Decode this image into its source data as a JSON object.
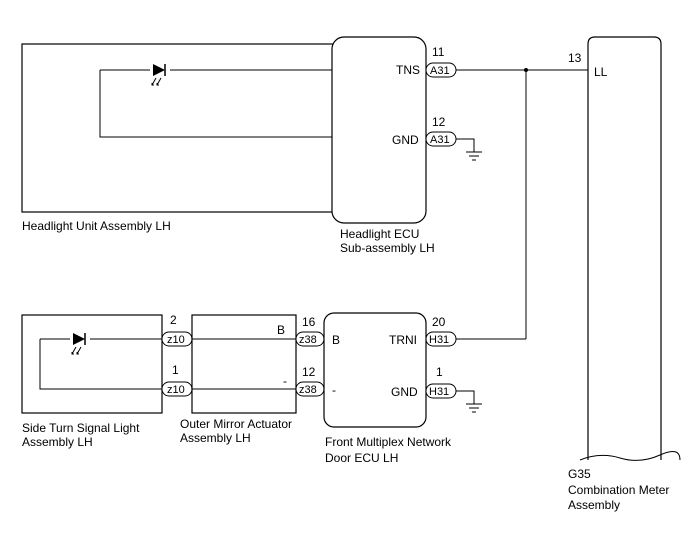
{
  "components": {
    "headlight_unit": {
      "label": "Headlight Unit Assembly LH"
    },
    "headlight_ecu": {
      "label_line1": "Headlight ECU",
      "label_line2": "Sub-assembly LH"
    },
    "combination_meter": {
      "code": "G35",
      "label_line1": "Combination Meter",
      "label_line2": "Assembly",
      "terminal_label": "LL",
      "pin": "13"
    },
    "side_turn_signal": {
      "label_line1": "Side Turn Signal Light",
      "label_line2": "Assembly LH"
    },
    "outer_mirror": {
      "label_line1": "Outer Mirror Actuator",
      "label_line2": "Assembly LH",
      "terminal_b": "B",
      "terminal_minus": "-"
    },
    "door_ecu": {
      "label_line1": "Front Multiplex Network",
      "label_line2": "Door ECU LH",
      "terminal_b": "B",
      "terminal_minus": "-"
    }
  },
  "terminals": {
    "tns": {
      "label": "TNS",
      "pin": "11",
      "connector": "A31"
    },
    "ecu_gnd": {
      "label": "GND",
      "pin": "12",
      "connector": "A31"
    },
    "trni": {
      "label": "TRNI",
      "pin": "20",
      "connector": "H31"
    },
    "door_gnd": {
      "label": "GND",
      "pin": "1",
      "connector": "H31"
    },
    "z10_top": {
      "pin": "2",
      "connector": "z10"
    },
    "z10_bottom": {
      "pin": "1",
      "connector": "z10"
    },
    "z38_top": {
      "pin": "16",
      "connector": "z38"
    },
    "z38_bottom": {
      "pin": "12",
      "connector": "z38"
    }
  }
}
